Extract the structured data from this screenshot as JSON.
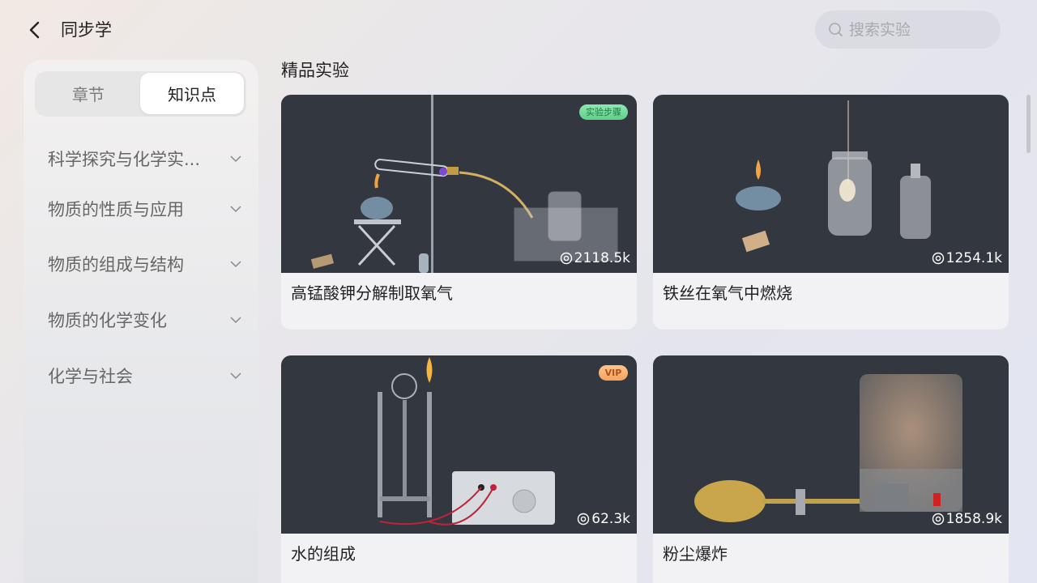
{
  "header": {
    "back_icon": "chevron-left-icon",
    "title": "同步学",
    "search": {
      "placeholder": "搜索实验",
      "value": "",
      "icon": "search-icon"
    }
  },
  "sidebar": {
    "tabs": [
      {
        "label": "章节",
        "active": false
      },
      {
        "label": "知识点",
        "active": true
      }
    ],
    "categories": [
      {
        "label": "科学探究与化学实...",
        "icon": "chevron-down-icon"
      },
      {
        "label": "物质的性质与应用",
        "icon": "chevron-down-icon"
      },
      {
        "label": "物质的组成与结构",
        "icon": "chevron-down-icon"
      },
      {
        "label": "物质的化学变化",
        "icon": "chevron-down-icon"
      },
      {
        "label": "化学与社会",
        "icon": "chevron-down-icon"
      }
    ]
  },
  "main": {
    "section_title": "精品实验",
    "experiments": [
      {
        "name": "高锰酸钾分解制取氧气",
        "views": "2118.5k",
        "badge": "实验步骤",
        "badge_type": "steps"
      },
      {
        "name": "铁丝在氧气中燃烧",
        "views": "1254.1k",
        "badge": null,
        "badge_type": null
      },
      {
        "name": "水的组成",
        "views": "62.3k",
        "badge": "VIP",
        "badge_type": "vip"
      },
      {
        "name": "粉尘爆炸",
        "views": "1858.9k",
        "badge": null,
        "badge_type": null
      }
    ]
  },
  "colors": {
    "card_thumb_bg": "#333740",
    "card_body_bg": "#f2f2f5",
    "badge_steps": "#6fdc98",
    "badge_vip": "#f7ad69",
    "search_bg": "#dbdce3"
  }
}
